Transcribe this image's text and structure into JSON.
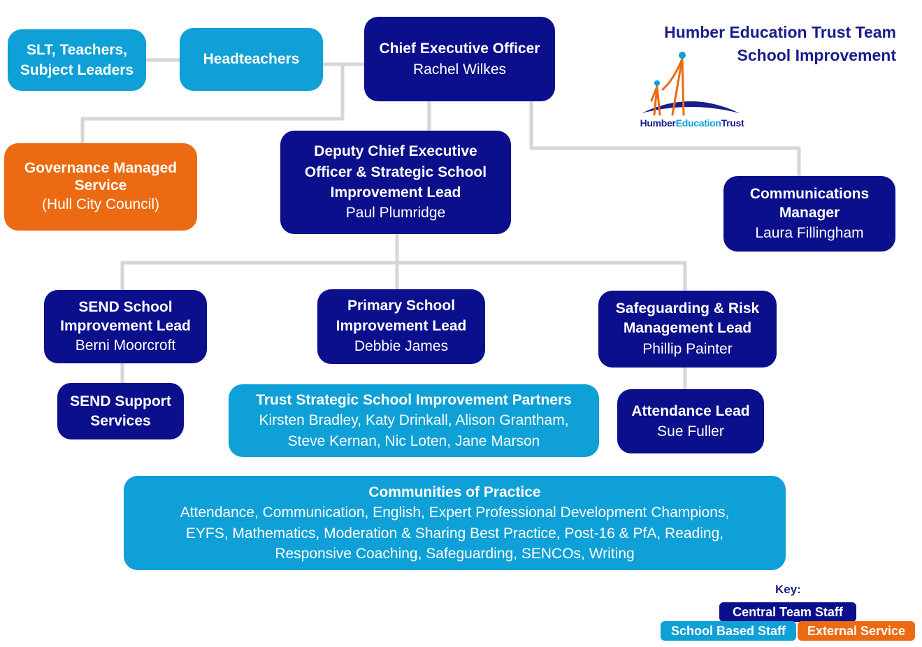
{
  "header": {
    "title_line1": "Humber Education Trust Team",
    "title_line2": "School Improvement"
  },
  "logo": {
    "text_part1": "Humber",
    "text_part2": "Education",
    "text_part3": "Trust",
    "colors": {
      "navy": "#1a1d8a",
      "blue": "#0ea0d6",
      "orange": "#ec6a12"
    }
  },
  "nodes": {
    "ceo": {
      "title": "Chief Executive Officer",
      "name": "Rachel Wilkes"
    },
    "headteachers": {
      "title": "Headteachers"
    },
    "slt": {
      "title": "SLT, Teachers, Subject Leaders"
    },
    "governance": {
      "title": "Governance Managed Service",
      "name": "(Hull City Council)"
    },
    "deputy": {
      "title": "Deputy Chief Executive Officer & Strategic School Improvement Lead",
      "name": "Paul Plumridge"
    },
    "comms": {
      "title": "Communications Manager",
      "name": "Laura Fillingham"
    },
    "send_lead": {
      "title": "SEND School Improvement Lead",
      "name": "Berni Moorcroft"
    },
    "primary_lead": {
      "title": "Primary School Improvement Lead",
      "name": "Debbie James"
    },
    "safeguarding_lead": {
      "title": "Safeguarding & Risk Management Lead",
      "name": "Phillip Painter"
    },
    "send_support": {
      "title": "SEND Support Services"
    },
    "partners": {
      "title": "Trust Strategic School Improvement Partners",
      "line1": "Kirsten Bradley, Katy Drinkall, Alison Grantham,",
      "line2": "Steve Kernan, Nic Loten, Jane Marson"
    },
    "attendance_lead": {
      "title": "Attendance Lead",
      "name": "Sue Fuller"
    },
    "communities": {
      "title": "Communities of Practice",
      "line1": "Attendance, Communication, English, Expert Professional Development Champions,",
      "line2": "EYFS, Mathematics, Moderation & Sharing Best Practice, Post-16 & PfA, Reading,",
      "line3": "Responsive Coaching, Safeguarding, SENCOs, Writing"
    }
  },
  "key": {
    "title": "Key:",
    "central": "Central Team Staff",
    "school": "School Based Staff",
    "external": "External Service"
  },
  "colors": {
    "central": "#0b0f8b",
    "school": "#0ea0d6",
    "external": "#ec6a12",
    "connector": "#d6d6d6",
    "title": "#1a1d8a"
  }
}
